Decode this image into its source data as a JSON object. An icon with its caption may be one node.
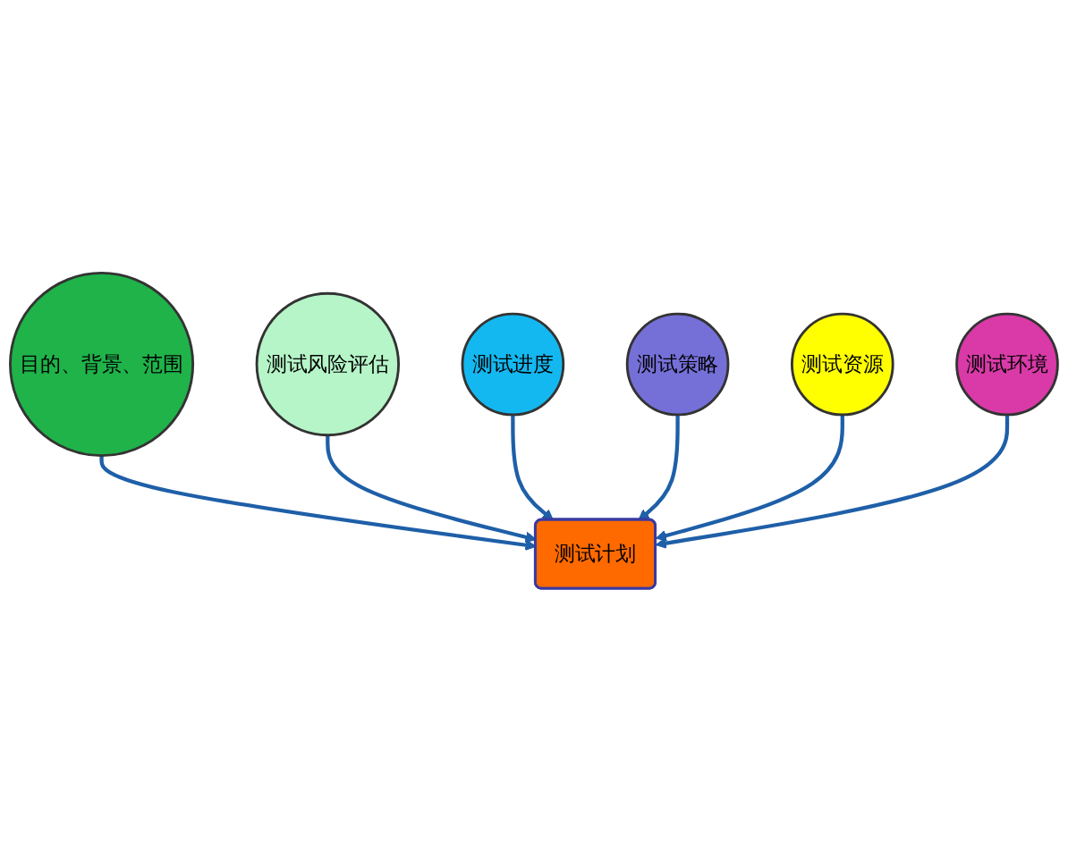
{
  "diagram": {
    "nodes": [
      {
        "text": [
          "目的、背景、范围"
        ]
      },
      {
        "text": [
          "测试风险评估"
        ]
      },
      {
        "text": [
          "测试进度"
        ]
      },
      {
        "text": [
          "测试计划"
        ]
      },
      {
        "text": [
          "测试策略"
        ]
      },
      {
        "text": [
          "测试资源"
        ]
      },
      {
        "text": [
          "测试环境"
        ]
      }
    ],
    "edges": [
      {
        "from": 0,
        "to": 3,
        "arrow": "to"
      },
      {
        "from": 1,
        "to": 3,
        "arrow": "to"
      },
      {
        "from": 2,
        "to": 3,
        "arrow": "to"
      },
      {
        "from": 4,
        "to": 3,
        "arrow": "to"
      },
      {
        "from": 5,
        "to": 3,
        "arrow": "to"
      },
      {
        "from": 6,
        "to": 3,
        "arrow": "to"
      }
    ]
  }
}
